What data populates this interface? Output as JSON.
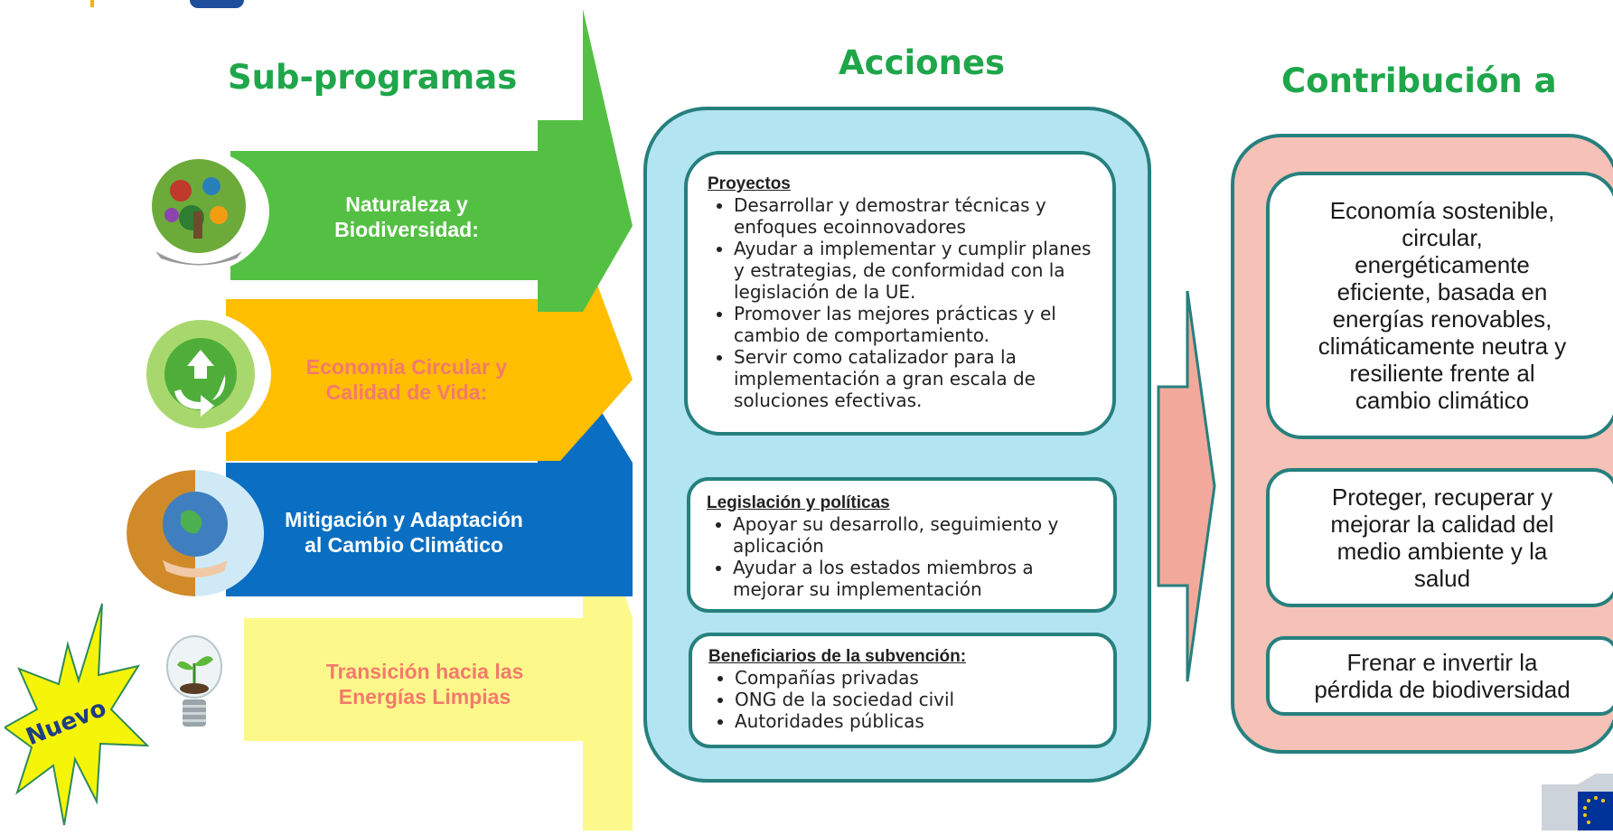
{
  "columns": {
    "subprogramas": "Sub-programas",
    "acciones": "Acciones",
    "contribucion": "Contribución a"
  },
  "subprograms": [
    {
      "label": "Naturaleza y\nBiodiversidad:",
      "color": "#54c043",
      "text_color": "#ffffff",
      "icon": "biodiversity-globe-icon"
    },
    {
      "label": "Economía Circular y\nCalidad de Vida:",
      "color": "#ffbe00",
      "text_color": "#f37a6c",
      "icon": "recycle-globe-icon"
    },
    {
      "label": "Mitigación y Adaptación\nal Cambio Climático",
      "color": "#0a6fc2",
      "text_color": "#ffffff",
      "icon": "earth-hands-icon"
    },
    {
      "label": "Transición hacia las\nEnergías Limpias",
      "color": "#fcf98a",
      "text_color": "#f37a6c",
      "icon": "lightbulb-plant-icon"
    }
  ],
  "nuevo_badge": {
    "label": "Nuevo",
    "color": "#f5f50a"
  },
  "acciones": [
    {
      "title": "Proyectos",
      "items": [
        "Desarrollar y demostrar técnicas y enfoques ecoinnovadores",
        "Ayudar a implementar y  cumplir planes y estrategias, de conformidad con la legislación de la UE.",
        "Promover las mejores prácticas y el cambio de comportamiento.",
        "Servir como catalizador para la implementación a gran escala de soluciones efectivas."
      ]
    },
    {
      "title": "Legislación y políticas",
      "items": [
        "Apoyar su desarrollo, seguimiento y aplicación",
        "Ayudar a los estados miembros a mejorar su implementación"
      ]
    },
    {
      "title": "Beneficiarios de la subvención:",
      "items": [
        "Compañías privadas",
        "ONG de la sociedad civil",
        "Autoridades públicas"
      ]
    }
  ],
  "contribucion": [
    "Economía sostenible,\ncircular,\nenergéticamente\neficiente, basada en\nenergías renovables,\nclimáticamente neutra y\nresiliente frente al\ncambio climático",
    "Proteger, recuperar y\nmejorar la calidad del\nmedio ambiente y la\nsalud",
    "Frenar e invertir la\npérdida de biodiversidad"
  ],
  "colors": {
    "heading_green": "#1fa64a",
    "teal_border": "#26807e",
    "acciones_fill": "#b3e4f1",
    "contrib_fill": "#f6c1b6",
    "big_arrow": "#f2a99b"
  }
}
